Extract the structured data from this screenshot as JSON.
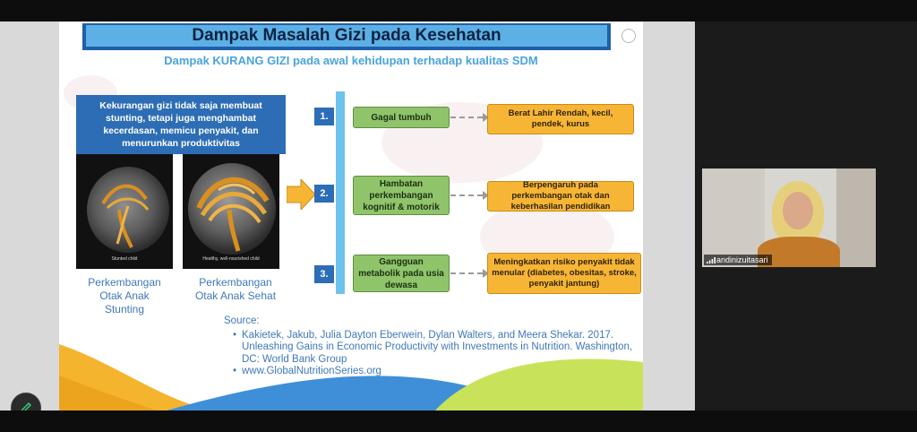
{
  "slide": {
    "title": "Dampak Masalah Gizi pada Kesehatan",
    "subtitle": "Dampak KURANG GIZI pada awal kehidupan terhadap kualitas SDM",
    "intro_text": "Kekurangan gizi tidak saja membuat stunting, tetapi juga menghambat kecerdasan, memicu penyakit, dan menurunkan produktivitas",
    "images": [
      {
        "label": "Stunted child",
        "caption_lines": [
          "Perkembangan",
          "Otak Anak",
          "Stunting"
        ]
      },
      {
        "label": "Healthy, well-nourished child",
        "caption_lines": [
          "Perkembangan",
          "Otak Anak Sehat"
        ]
      }
    ],
    "items": [
      {
        "num": "1.",
        "cause": "Gagal tumbuh",
        "effect": "Berat Lahir Rendah, kecil, pendek, kurus"
      },
      {
        "num": "2.",
        "cause": "Hambatan perkembangan kognitif & motorik",
        "effect": "Berpengaruh pada perkembangan otak dan keberhasilan pendidikan"
      },
      {
        "num": "3.",
        "cause": "Gangguan metabolik pada usia dewasa",
        "effect": "Meningkatkan risiko penyakit tidak menular (diabetes, obesitas, stroke, penyakit jantung)"
      }
    ],
    "source_label": "Source:",
    "sources": [
      "Kakietek, Jakub, Julia Dayton Eberwein, Dylan Walters, and Meera Shekar. 2017. Unleashing Gains in Economic Productivity with Investments in Nutrition. Washington, DC: World Bank Group",
      "www.GlobalNutritionSeries.org"
    ]
  },
  "participant": {
    "name": "andinizuitasari"
  },
  "icons": {
    "annotate": "pencil-icon",
    "signal": "signal-bars-icon",
    "arrow": "chevron-arrow-icon"
  },
  "colors": {
    "title_bg": "#5db0e6",
    "intro_bg": "#2d6db5",
    "cause_box": "#8fc46b",
    "effect_box": "#f7b536",
    "timeline": "#6ec2ee"
  }
}
